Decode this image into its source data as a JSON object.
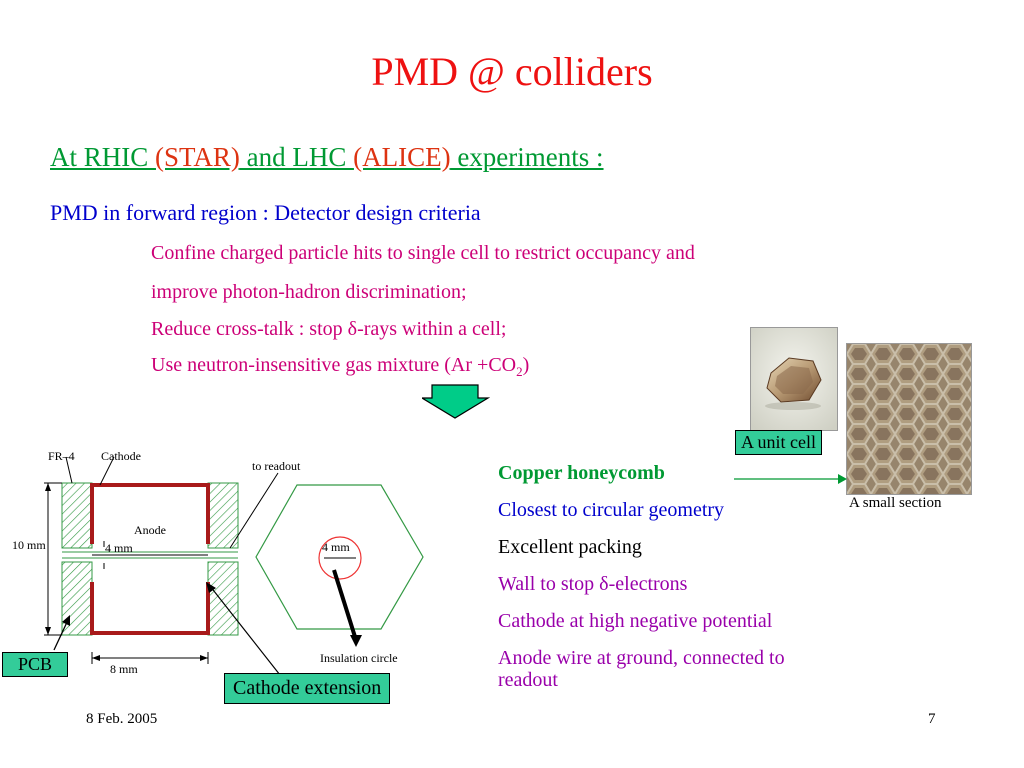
{
  "title": "PMD @ colliders",
  "subtitle": {
    "part1": "At RHIC ",
    "star": "(STAR)",
    "part2": "  and LHC ",
    "alice": "(ALICE)",
    "part3": "  experiments :"
  },
  "line1": "PMD in forward region : Detector design criteria",
  "criteria": {
    "c1": "Confine charged particle hits to single cell to restrict occupancy and",
    "c2": "improve photon-hadron discrimination;",
    "c3_pre": "Reduce cross-talk : stop ",
    "c3_post": "-rays within a cell;",
    "c4_pre": "Use neutron-insensitive gas mixture (Ar +CO",
    "c4_sub": "2",
    "c4_post": ")"
  },
  "delta": "δ",
  "photos": {
    "unit_cell": "A unit cell",
    "small_section": "A small section"
  },
  "features": {
    "f1": "Copper honeycomb",
    "f2": "Closest to circular geometry",
    "f3": "Excellent packing",
    "f4_pre": "Wall to stop ",
    "f4_post": "-electrons",
    "f5": "Cathode at high negative potential",
    "f6a": "Anode wire at ground, connected to",
    "f6b": "readout"
  },
  "diagram": {
    "fr4": "FR–4",
    "cathode": "Cathode",
    "to_readout": "to readout",
    "anode": "Anode",
    "ten_mm": "10 mm",
    "four_mm_left": "4 mm",
    "four_mm_right": "4 mm",
    "eight_mm": "8 mm",
    "insulation": "Insulation circle"
  },
  "tags": {
    "pcb": "PCB",
    "cathode_extension": "Cathode extension"
  },
  "footer": {
    "date": "8 Feb. 2005",
    "page": "7"
  },
  "colors": {
    "title": "#ee1111",
    "green": "#009933",
    "red": "#dd3311",
    "blue": "#0000cc",
    "magenta": "#cc0077",
    "purple": "#9900aa",
    "tag_bg": "#33cc99"
  }
}
